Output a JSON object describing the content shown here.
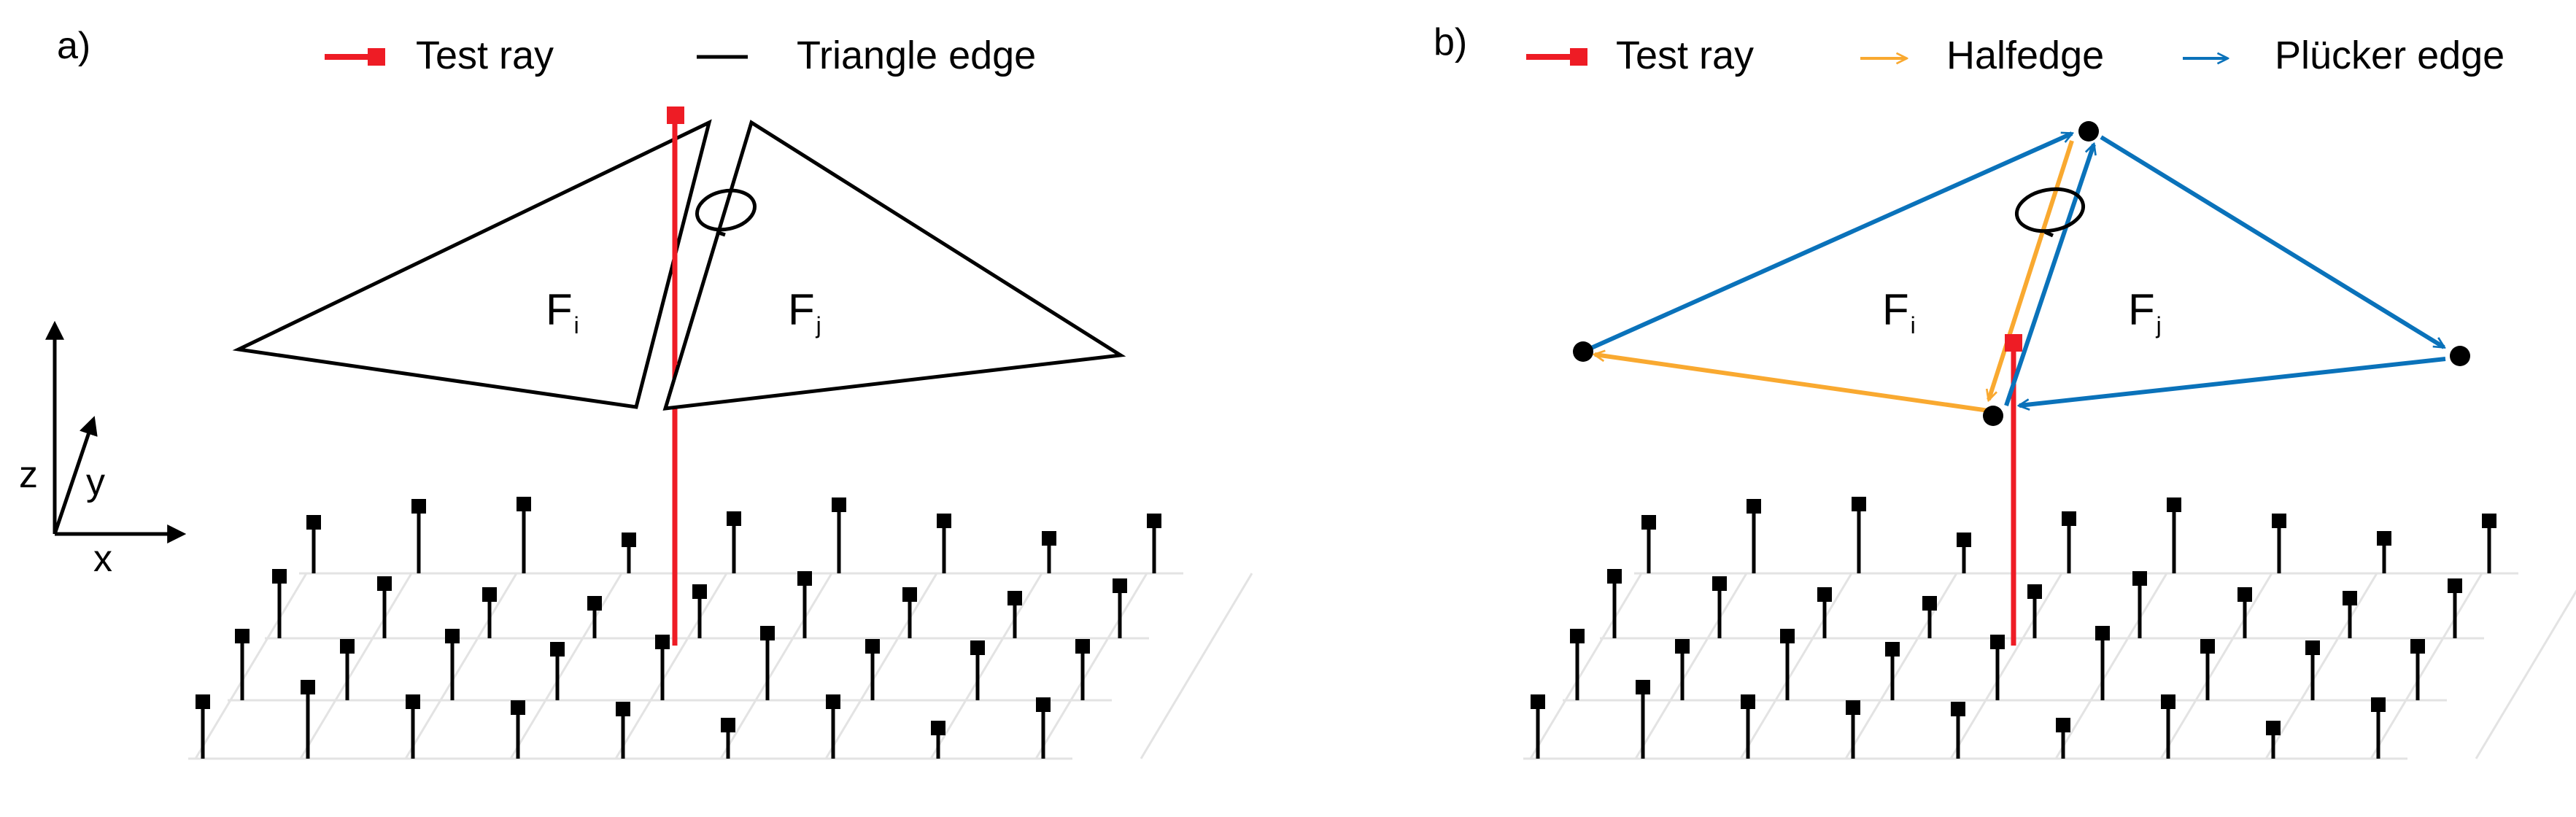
{
  "panel_a": {
    "label": "a)",
    "legend": {
      "test_ray": "Test ray",
      "triangle_edge": "Triangle edge"
    },
    "face_i": {
      "main": "F",
      "sub": "i"
    },
    "face_j": {
      "main": "F",
      "sub": "j"
    },
    "axes": {
      "z": "z",
      "y": "y",
      "x": "x"
    }
  },
  "panel_b": {
    "label": "b)",
    "legend": {
      "test_ray": "Test ray",
      "halfedge": "Halfedge",
      "plucker_edge": "Plücker edge"
    },
    "face_i": {
      "main": "F",
      "sub": "i"
    },
    "face_j": {
      "main": "F",
      "sub": "j"
    }
  },
  "colors": {
    "test_ray": "#ee1c25",
    "triangle_edge": "#000000",
    "halfedge": "#f9a930",
    "plucker_edge": "#0a72ba",
    "grid": "#e3e3e3",
    "points": "#000000"
  }
}
